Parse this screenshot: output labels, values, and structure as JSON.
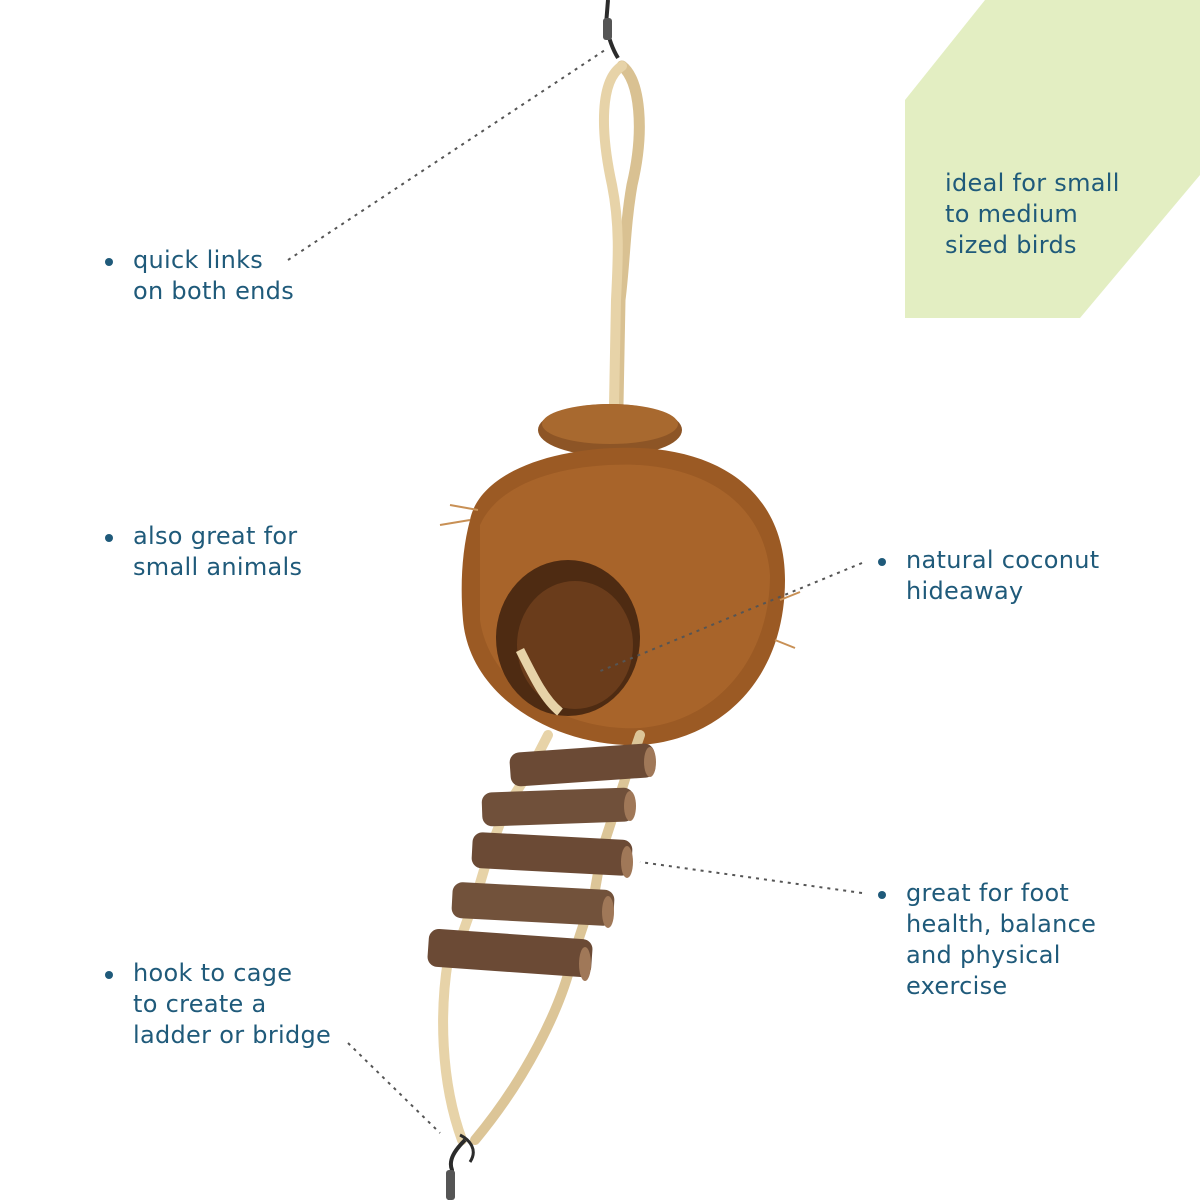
{
  "colors": {
    "text": "#1f5a7a",
    "badge_background": "#e3eec2",
    "leader_line": "#555555",
    "coconut": "#9b5a24",
    "twine": "#e7d3a8",
    "bark": "#6b4a35"
  },
  "badge": {
    "lines": [
      "ideal for small",
      "to medium",
      "sized birds"
    ]
  },
  "callouts": {
    "quick_links": {
      "lines": [
        "quick links",
        "on both ends"
      ]
    },
    "small_animals": {
      "lines": [
        "also great for",
        "small animals"
      ]
    },
    "coconut": {
      "lines": [
        "natural coconut",
        "hideaway"
      ]
    },
    "foot_health": {
      "lines": [
        "great for foot",
        "health, balance",
        "and physical",
        "exercise"
      ]
    },
    "hook": {
      "lines": [
        "hook to cage",
        "to create a",
        "ladder or bridge"
      ]
    }
  }
}
